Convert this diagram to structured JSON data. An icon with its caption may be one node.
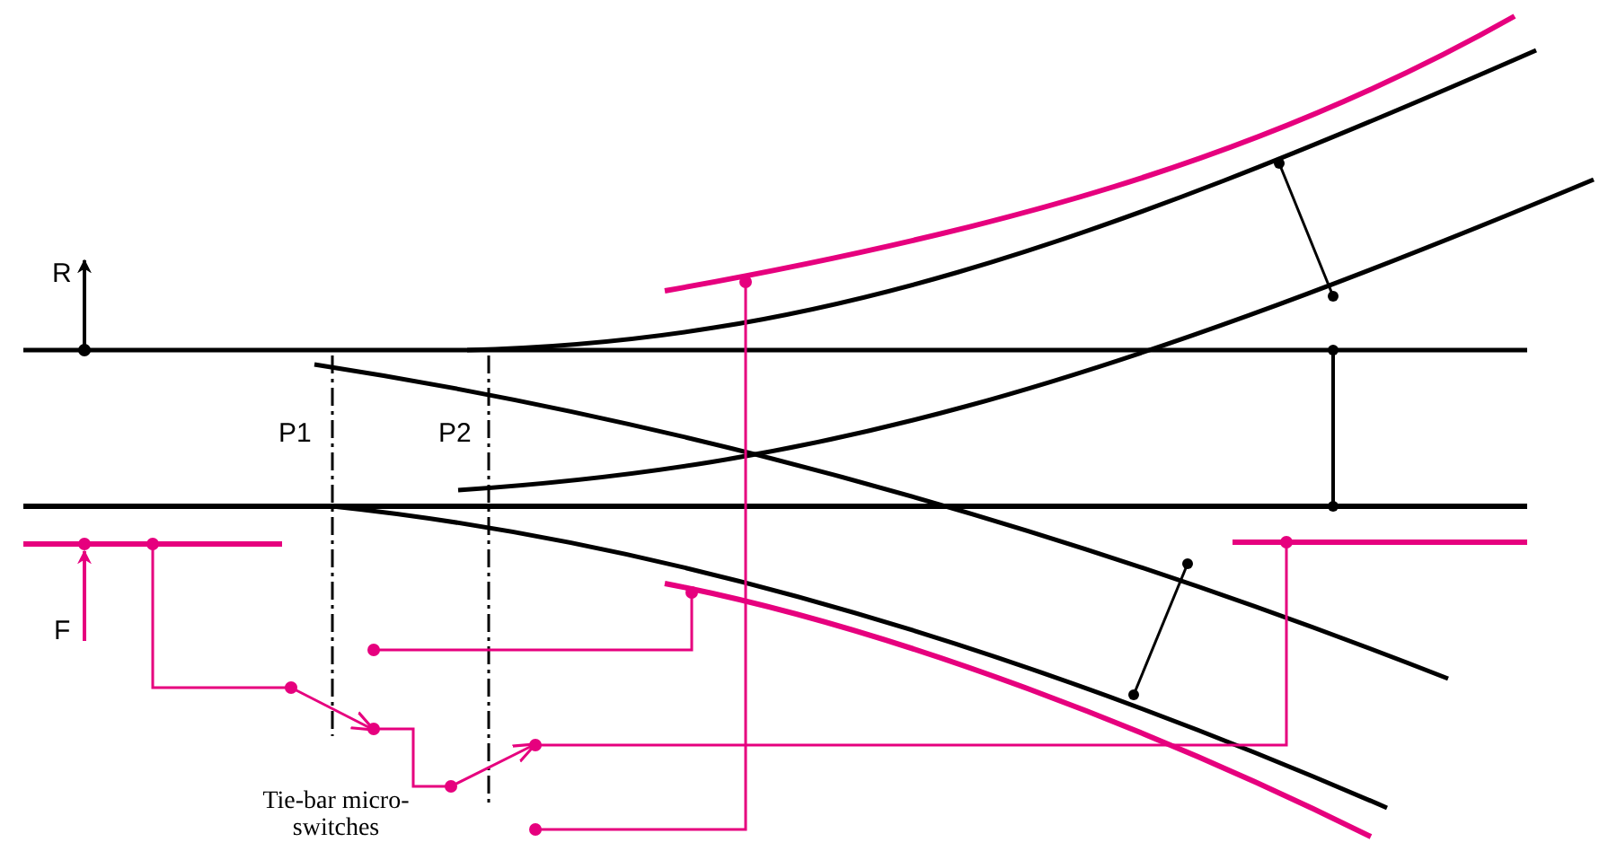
{
  "diagram": {
    "labels": [
      "R",
      "P1",
      "P2",
      "F",
      "Tie-bar micro-switches"
    ]
  }
}
